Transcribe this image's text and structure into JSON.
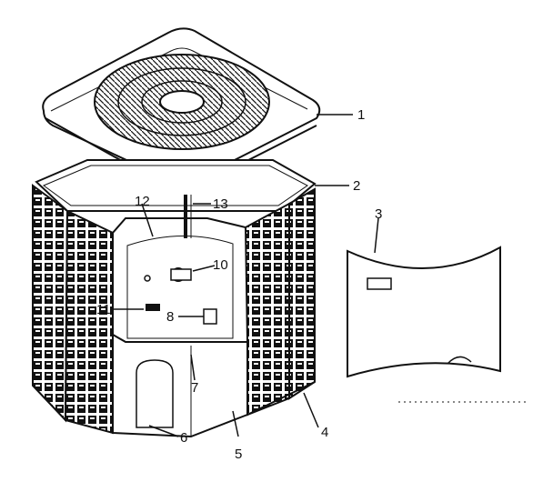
{
  "callouts": [
    {
      "id": "1",
      "text": "1"
    },
    {
      "id": "2",
      "text": "2"
    },
    {
      "id": "3",
      "text": "3"
    },
    {
      "id": "4",
      "text": "4"
    },
    {
      "id": "5",
      "text": "5"
    },
    {
      "id": "6",
      "text": "6"
    },
    {
      "id": "7",
      "text": "7"
    },
    {
      "id": "8",
      "text": "8"
    },
    {
      "id": "10",
      "text": "10"
    },
    {
      "id": "11",
      "text": "11"
    },
    {
      "id": "12",
      "text": "12"
    },
    {
      "id": "13",
      "text": "13"
    }
  ],
  "colors": {
    "ink": "#111111",
    "paper": "#ffffff"
  }
}
